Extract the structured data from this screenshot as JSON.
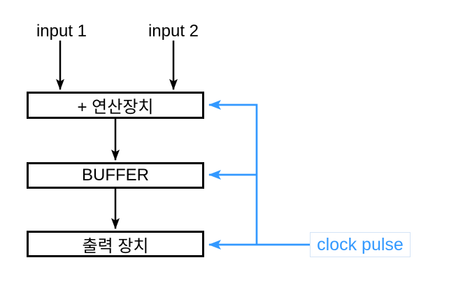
{
  "diagram": {
    "inputs": [
      {
        "label": "input 1"
      },
      {
        "label": "input 2"
      }
    ],
    "boxes": [
      {
        "label": "+ 연산장치"
      },
      {
        "label": "BUFFER"
      },
      {
        "label": "출력 장치"
      }
    ],
    "clock": {
      "label": "clock pulse"
    }
  },
  "colors": {
    "line_black": "#000000",
    "accent_blue": "#3399ff",
    "clock_border": "#d4e4f7",
    "canvas_bg": "#ffffff"
  }
}
